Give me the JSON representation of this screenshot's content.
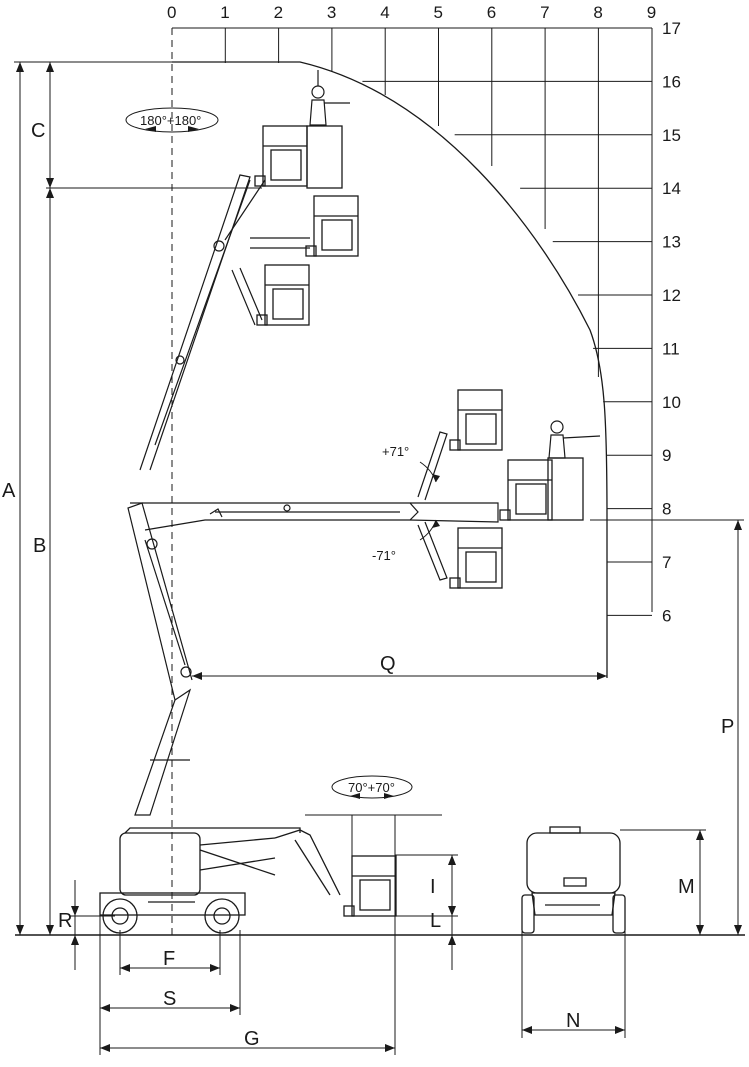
{
  "x_axis_ticks": [
    "0",
    "1",
    "2",
    "3",
    "4",
    "5",
    "6",
    "7",
    "8",
    "9"
  ],
  "y_axis_ticks": [
    "17",
    "16",
    "15",
    "14",
    "13",
    "12",
    "11",
    "10",
    "9",
    "8",
    "7",
    "6"
  ],
  "dimensions": {
    "A": "A",
    "B": "B",
    "C": "C",
    "F": "F",
    "G": "G",
    "I": "I",
    "L": "L",
    "M": "M",
    "N": "N",
    "P": "P",
    "Q": "Q",
    "R": "R",
    "S": "S"
  },
  "angles": {
    "turret_rotation": "180°+180°",
    "jib_rotation": "70°+70°",
    "jib_up": "+71°",
    "jib_down": "-71°"
  },
  "colors": {
    "line": "#1a1a1a",
    "grid": "#1a1a1a",
    "background": "#ffffff"
  }
}
